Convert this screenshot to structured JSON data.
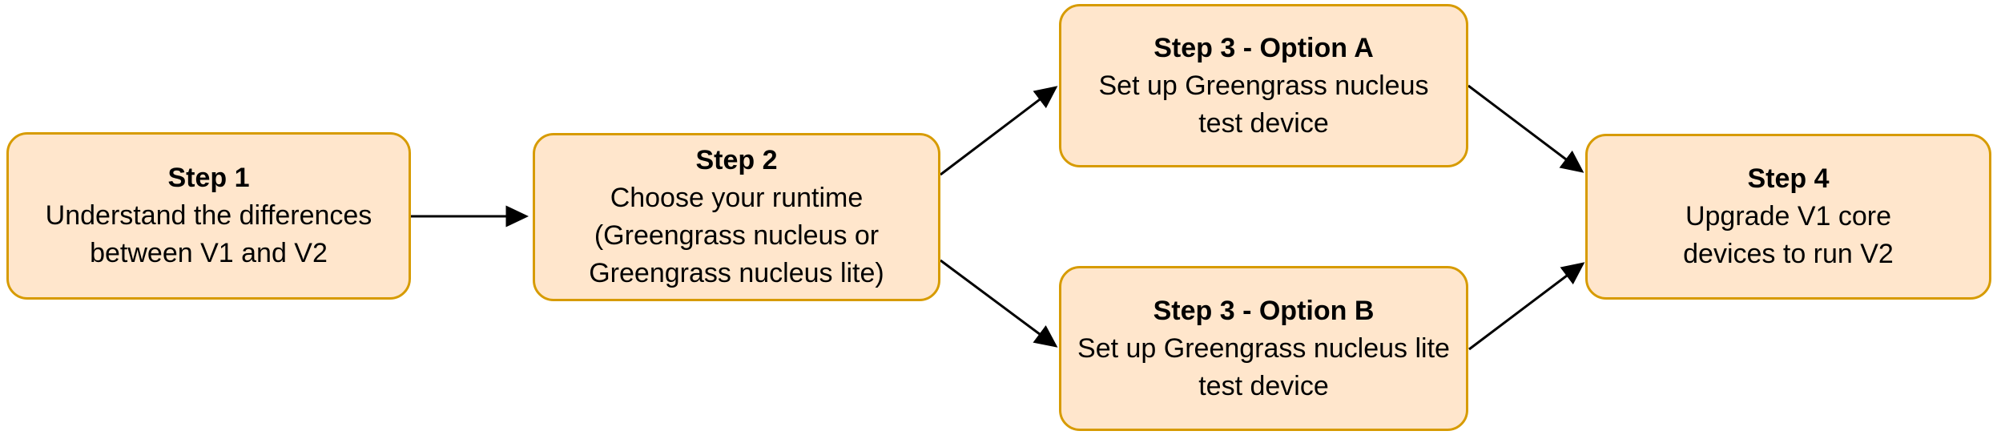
{
  "diagram": {
    "background_color": "#FFFFFF",
    "node_fill_color": "#FFE6CC",
    "node_border_color": "#D79B00",
    "arrow_color": "#000000",
    "text_color": "#000000",
    "nodes": [
      {
        "id": "step1",
        "title": "Step 1",
        "lines": [
          "Understand the differences",
          "between V1 and V2"
        ]
      },
      {
        "id": "step2",
        "title": "Step 2",
        "lines": [
          "Choose your runtime",
          "(Greengrass nucleus or",
          "Greengrass nucleus lite)"
        ]
      },
      {
        "id": "step3a",
        "title": "Step 3 - Option A",
        "lines": [
          "Set up Greengrass nucleus",
          "test device"
        ]
      },
      {
        "id": "step3b",
        "title": "Step 3 - Option B",
        "lines": [
          "Set up Greengrass nucleus lite",
          "test device"
        ]
      },
      {
        "id": "step4",
        "title": "Step 4",
        "lines": [
          "Upgrade V1 core",
          "devices to run V2"
        ]
      }
    ],
    "edges": [
      {
        "from": "step1",
        "to": "step2"
      },
      {
        "from": "step2",
        "to": "step3a"
      },
      {
        "from": "step2",
        "to": "step3b"
      },
      {
        "from": "step3a",
        "to": "step4"
      },
      {
        "from": "step3b",
        "to": "step4"
      }
    ]
  }
}
